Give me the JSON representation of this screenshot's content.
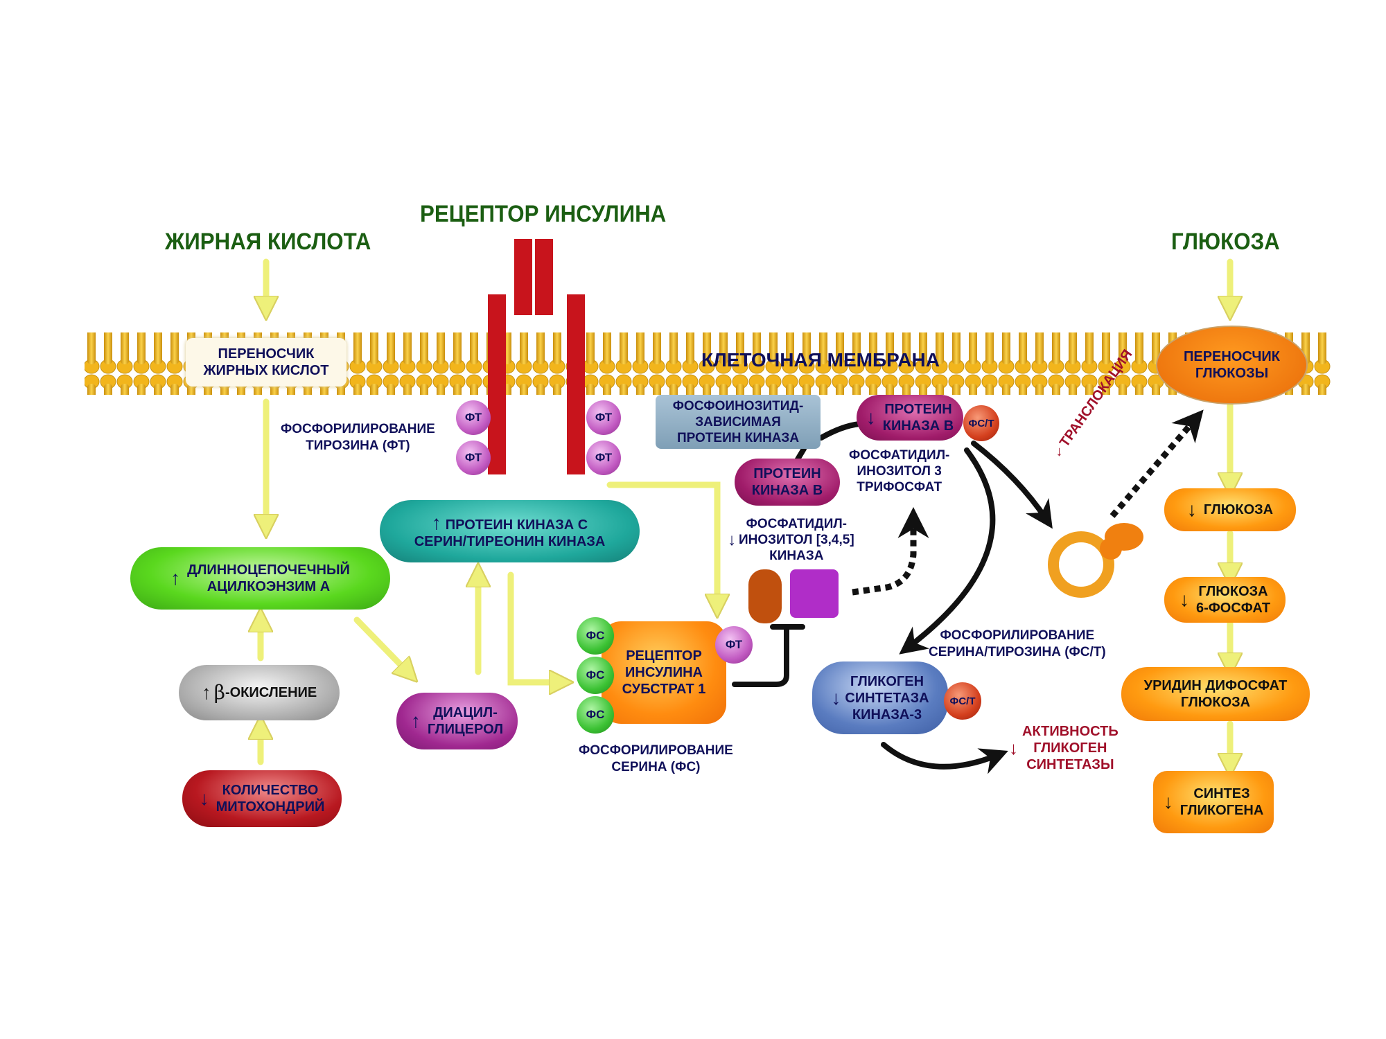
{
  "headers": {
    "fatty_acid": "ЖИРНАЯ КИСЛОТА",
    "insulin_receptor": "РЕЦЕПТОР ИНСУЛИНА",
    "glucose": "ГЛЮКОЗА",
    "cell_membrane": "КЛЕТОЧНАЯ МЕМБРАНА"
  },
  "membrane_proteins": {
    "fatty_acid_transporter": [
      "ПЕРЕНОСЧИК",
      "ЖИРНЫХ КИСЛОТ"
    ],
    "glucose_transporter": [
      "ПЕРЕНОСЧИК",
      "ГЛЮКОЗЫ"
    ]
  },
  "receptor_labels": {
    "tyrosine_phosphorylation": [
      "ФОСФОРИЛИРОВАНИЕ",
      "ТИРОЗИНА (ФТ)"
    ],
    "pt_ball": "ФТ"
  },
  "nodes": {
    "pdk": [
      "ФОСФОИНОЗИТИД-",
      "ЗАВИСИМАЯ",
      "ПРОТЕИН КИНАЗА"
    ],
    "pkb_top": {
      "lines": [
        "ПРОТЕИН",
        "КИНАЗА В"
      ],
      "trend": "down",
      "badge": "ФС/Т"
    },
    "pkb_low": [
      "ПРОТЕИН",
      "КИНАЗА В"
    ],
    "pip3": [
      "ФОСФАТИДИЛ-",
      "ИНОЗИТОЛ 3",
      "ТРИФОСФАТ"
    ],
    "pi3k": {
      "lines": [
        "ФОСФАТИДИЛ-",
        "ИНОЗИТОЛ [3,4,5]",
        "КИНАЗА"
      ],
      "trend": "down"
    },
    "pkc": {
      "lines": [
        "ПРОТЕИН КИНАЗА С",
        "СЕРИН/ТИРЕОНИН КИНАЗА"
      ],
      "trend": "up"
    },
    "lcacoa": {
      "lines": [
        "ДЛИННОЦЕПОЧЕЧНЫЙ",
        "АЦИЛКОЭНЗИМ А"
      ],
      "trend": "up"
    },
    "beta_ox": {
      "prefix": "β",
      "text": "-ОКИСЛЕНИЕ",
      "trend": "up"
    },
    "mito": {
      "lines": [
        "КОЛИЧЕСТВО",
        "МИТОХОНДРИЙ"
      ],
      "trend": "down"
    },
    "dag": {
      "lines": [
        "ДИАЦИЛ-",
        "ГЛИЦЕРОЛ"
      ],
      "trend": "up"
    },
    "irs1": {
      "lines": [
        "РЕЦЕПТОР",
        "ИНСУЛИНА",
        "СУБСТРАТ 1"
      ],
      "ps_ball": "ФС",
      "pt_ball": "ФТ"
    },
    "serine_phosphorylation": [
      "ФОСФОРИЛИРОВАНИЕ",
      "СЕРИНА (ФС)"
    ],
    "gsk3": {
      "lines": [
        "ГЛИКОГЕН",
        "СИНТЕТАЗА",
        "КИНАЗА-3"
      ],
      "trend": "down",
      "badge": "ФС/Т"
    },
    "ser_tyr_phosphorylation": [
      "ФОСФОРИЛИРОВАНИЕ",
      "СЕРИНА/ТИРОЗИНА (ФС/Т)"
    ],
    "gs_activity": {
      "lines": [
        "АКТИВНОСТЬ",
        "ГЛИКОГЕН",
        "СИНТЕТАЗЫ"
      ],
      "trend": "down"
    },
    "translocation": {
      "text": "ТРАНСЛОКАЦИЯ",
      "trend": "down"
    }
  },
  "glucose_chain": [
    {
      "lines": [
        "ГЛЮКОЗА"
      ],
      "trend": "down"
    },
    {
      "lines": [
        "ГЛЮКОЗА",
        "6-ФОСФАТ"
      ],
      "trend": "down"
    },
    {
      "lines": [
        "УРИДИН ДИФОСФАТ",
        "ГЛЮКОЗА"
      ],
      "trend": ""
    },
    {
      "lines": [
        "СИНТЕЗ",
        "ГЛИКОГЕНА"
      ],
      "trend": "down"
    }
  ],
  "colors": {
    "title_green": "#1b5e12",
    "label_navy": "#10105a",
    "accent_red": "#a0102a",
    "membrane": "#f2b51c",
    "receptor": "#c8141c",
    "yellow_arrow": "#eef07a"
  }
}
